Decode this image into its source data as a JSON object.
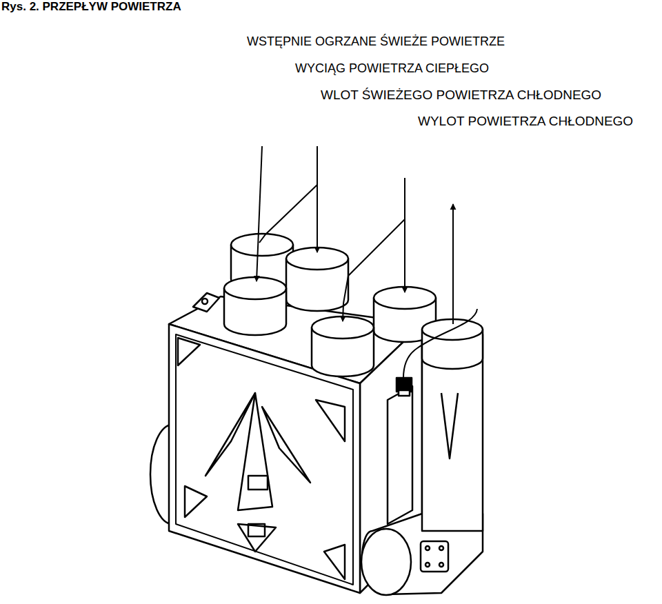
{
  "diagram": {
    "title": "Rys. 2. PRZEPŁYW POWIETRZA",
    "labels": [
      "WSTĘPNIE OGRZANE ŚWIEŻE POWIETRZE",
      "WYCIĄG POWIETRZA CIEPŁEGO",
      "WLOT ŚWIEŻEGO POWIETRZA CHŁODNEGO",
      "WYLOT POWIETRZA CHŁODNEGO"
    ]
  }
}
